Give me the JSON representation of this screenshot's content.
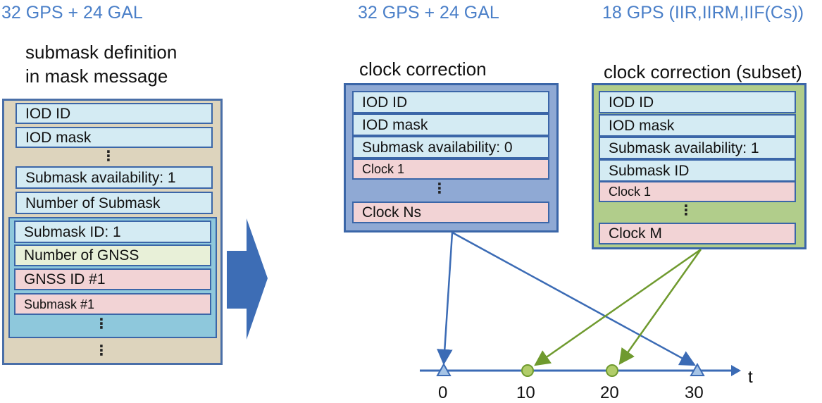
{
  "captions": {
    "left": "32 GPS + 24 GAL",
    "middle": "32 GPS + 24 GAL",
    "right": "18 GPS (IIR,IIRM,IIF(Cs))"
  },
  "mask_message": {
    "heading_line1": "submask definition",
    "heading_line2": "in mask message",
    "rows": [
      "IOD ID",
      "IOD mask",
      "Submask availability: 1",
      "Number of Submask"
    ],
    "submask_rows": [
      "Submask ID: 1",
      "Number of GNSS",
      "GNSS ID #1",
      "Submask #1"
    ],
    "dots": "⋮"
  },
  "clock_correction": {
    "heading": "clock correction",
    "rows": [
      "IOD ID",
      "IOD mask",
      "Submask availability: 0",
      "Clock 1",
      "Clock Ns"
    ]
  },
  "clock_subset": {
    "heading": "clock correction (subset)",
    "rows": [
      "IOD ID",
      "IOD mask",
      "Submask availability: 1",
      "Submask ID",
      "Clock 1",
      "Clock M"
    ]
  },
  "timeline": {
    "axis_label": "t",
    "ticks": [
      "0",
      "10",
      "20",
      "30"
    ]
  },
  "colors": {
    "caption_blue": "#4a7fc8",
    "mask_panel": "#ddd4bd",
    "submask_group": "#8ec8dc",
    "clock_panel": "#8fa9d4",
    "subset_panel": "#b1cd8b",
    "row_blue": "#d4ebf3",
    "row_pink": "#f2d3d5",
    "row_yellow": "#e8f0d8",
    "arrow_blue": "#3b6bb5",
    "arrow_green": "#6f9a2e"
  }
}
